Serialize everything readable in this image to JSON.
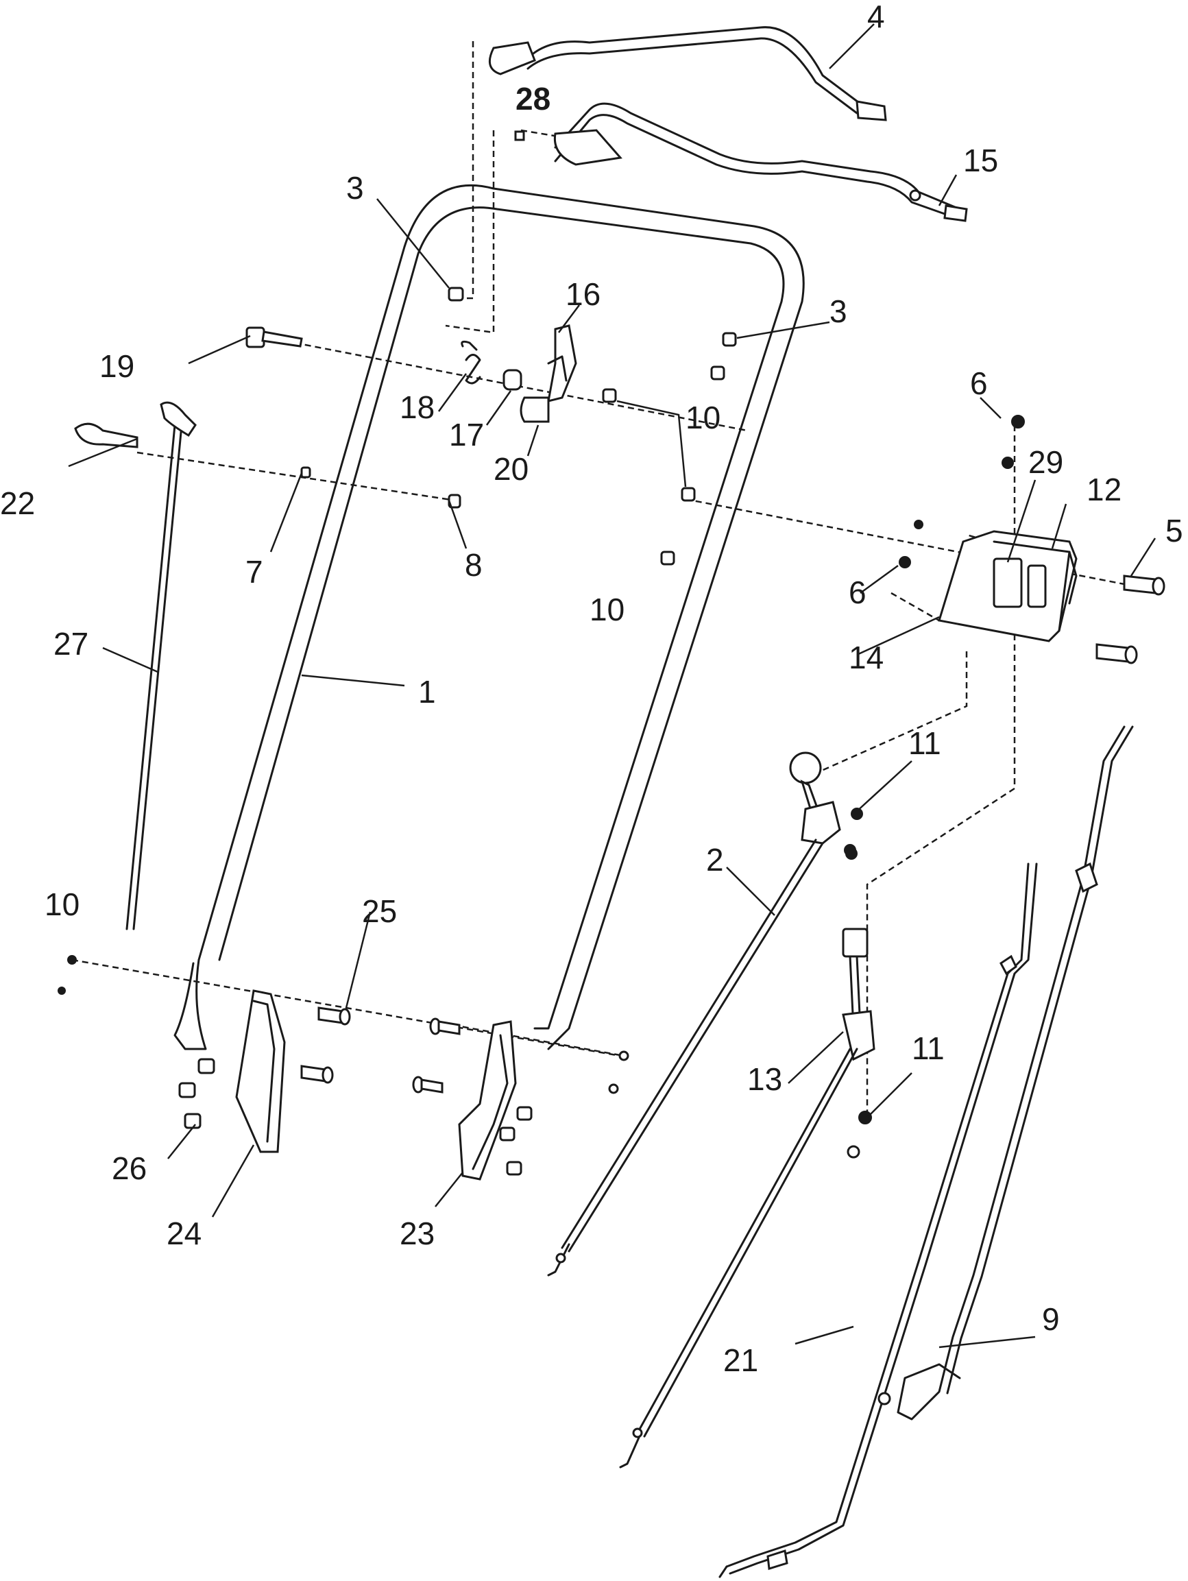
{
  "labels": {
    "p1": "1",
    "p2": "2",
    "p3a": "3",
    "p3b": "3",
    "p4": "4",
    "p5": "5",
    "p6a": "6",
    "p6b": "6",
    "p7": "7",
    "p8": "8",
    "p9": "9",
    "p10a": "10",
    "p10b": "10",
    "p10c": "10",
    "p11a": "11",
    "p11b": "11",
    "p12": "12",
    "p13": "13",
    "p14": "14",
    "p15": "15",
    "p16": "16",
    "p17": "17",
    "p18": "18",
    "p19": "19",
    "p20": "20",
    "p21": "21",
    "p22": "22",
    "p23": "23",
    "p24": "24",
    "p25": "25",
    "p26": "26",
    "p27": "27",
    "p28": "28",
    "p29": "29"
  }
}
